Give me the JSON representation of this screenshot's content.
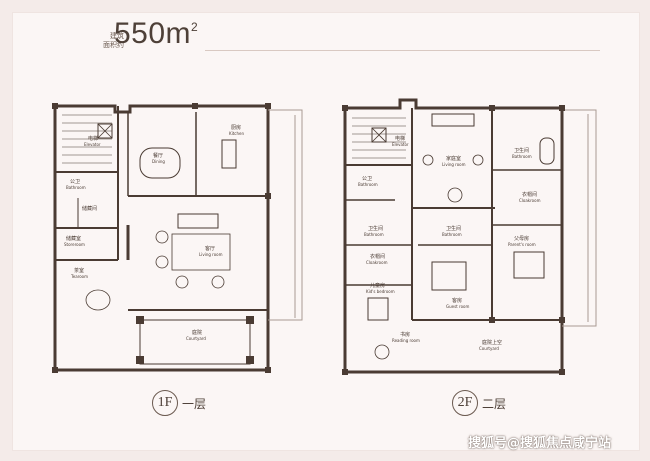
{
  "header": {
    "area_label_line1": "建筑",
    "area_label_line2": "面积约",
    "area_value": "550m",
    "area_unit_sup": "2"
  },
  "floor1": {
    "badge": "1F",
    "name_cn": "一层",
    "rooms": {
      "elevator_cn": "电梯",
      "elevator_en": "Elevator",
      "dining_cn": "餐厅",
      "dining_en": "Dining",
      "kitchen_cn": "厨房",
      "kitchen_en": "Kitchen",
      "bathroom_cn": "公卫",
      "bathroom_en": "Bathroom",
      "storeroom_small_cn": "储藏间",
      "storeroom_cn": "储藏室",
      "storeroom_en": "Storeroom",
      "living_cn": "客厅",
      "living_en": "Living room",
      "tearoom_cn": "茶室",
      "tearoom_en": "Tearoom",
      "courtyard_cn": "庭院",
      "courtyard_en": "Courtyard"
    }
  },
  "floor2": {
    "badge": "2F",
    "name_cn": "二层",
    "rooms": {
      "elevator_cn": "电梯",
      "elevator_en": "Elevator",
      "family_cn": "家庭室",
      "family_en": "Living room",
      "bath_cn": "公卫",
      "bath_en": "Bathroom",
      "master_bath_cn": "卫生间",
      "master_bath_en": "Bathroom",
      "cloak1_cn": "衣帽间",
      "cloak1_en": "Cloakroom",
      "bath2_cn": "卫生间",
      "bath2_en": "Bathroom",
      "bath3_cn": "卫生间",
      "bath3_en": "Bathroom",
      "cloak2_cn": "衣帽间",
      "cloak2_en": "Cloakroom",
      "parents_cn": "父母房",
      "parents_en": "Parent's room",
      "kids_cn": "儿童房",
      "kids_en": "Kid's bedroom",
      "guest_cn": "客房",
      "guest_en": "Guest room",
      "reading_cn": "书房",
      "reading_en": "Reading room",
      "courtyard_cn": "庭院上空",
      "courtyard_en": "Courtyard"
    }
  },
  "watermark": "搜狐号@搜狐焦点咸宁站",
  "colors": {
    "background": "#f4ebe9",
    "card": "#fbf6f5",
    "wall": "#4a3b33",
    "text": "#4e4038"
  }
}
